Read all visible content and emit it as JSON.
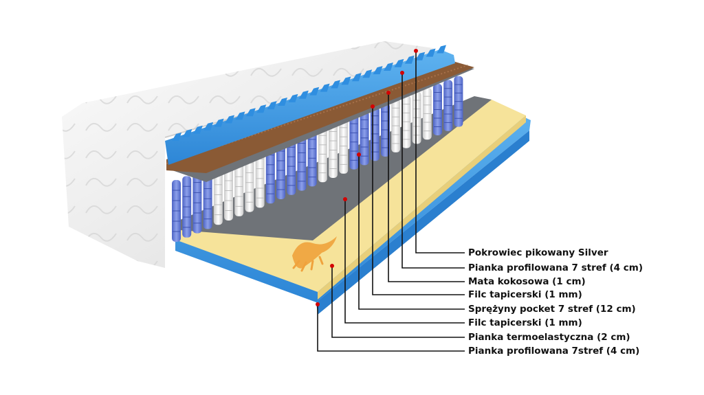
{
  "layers": [
    {
      "label": "Pokrowiec pikowany Silver"
    },
    {
      "label": "Pianka profilowana 7 stref (4 cm)"
    },
    {
      "label": "Mata kokosowa (1 cm)"
    },
    {
      "label": "Filc tapicerski (1 mm)"
    },
    {
      "label": "Sprężyny pocket  7 stref (12 cm)"
    },
    {
      "label": "Filc tapicerski (1 mm)"
    },
    {
      "label": "Pianka termoelastyczna (2 cm)"
    },
    {
      "label": "Pianka profilowana 7stref (4 cm)"
    }
  ],
  "colors": {
    "cover": "#f2f2f2",
    "profiled_foam": "#3d9be6",
    "coconut_mat": "#8a5a35",
    "felt": "#6f7378",
    "springs_blue": "#6f86d8",
    "springs_white": "#f4f4f4",
    "thermo_foam": "#f6e39a",
    "leader_dot": "#d40000"
  },
  "icons": [
    "hand-logo-icon"
  ]
}
